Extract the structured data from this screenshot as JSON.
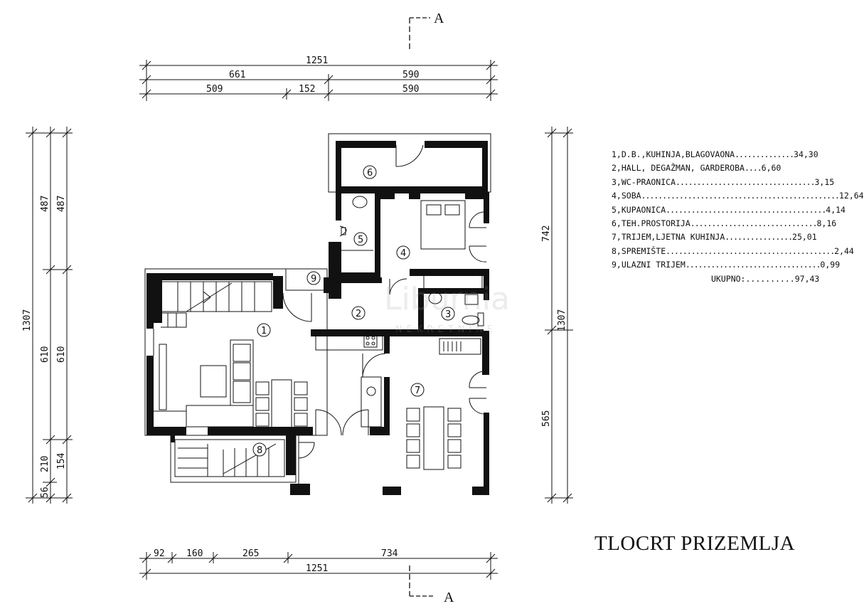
{
  "section_marker": "A",
  "dimensions": {
    "top": {
      "total": "1251",
      "row2": [
        "661",
        "590"
      ],
      "row3": [
        "509",
        "152",
        "590"
      ]
    },
    "bottom": {
      "row1": [
        "92",
        "160",
        "265",
        "734"
      ],
      "total": "1251"
    },
    "left": {
      "outer_total": "1307",
      "outer_parts": [
        "487",
        "610",
        "210",
        "56"
      ],
      "inner_parts": [
        "487",
        "610",
        "154"
      ]
    },
    "right": {
      "outer_total": "1307",
      "outer_parts": [
        "742",
        "565"
      ]
    }
  },
  "rooms": [
    "1",
    "2",
    "3",
    "4",
    "5",
    "6",
    "7",
    "8",
    "9"
  ],
  "legend": [
    {
      "name": "1,D.B.,KUHINJA,BLAGOVAONA",
      "dots": "..............",
      "area": "34,30"
    },
    {
      "name": "2,HALL, DEGAŽMAN, GARDEROBA",
      "dots": "....",
      "area": "6,60"
    },
    {
      "name": "3,WC-PRAONICA",
      "dots": ".................................",
      "area": "3,15"
    },
    {
      "name": "4,SOBA",
      "dots": "...............................................",
      "area": "12,64"
    },
    {
      "name": "5,KUPAONICA",
      "dots": "......................................",
      "area": "4,14"
    },
    {
      "name": "6,TEH.PROSTORIJA",
      "dots": "..............................",
      "area": "8,16"
    },
    {
      "name": "7,TRIJEM,LJETNA KUHINJA",
      "dots": "................",
      "area": "25,01"
    },
    {
      "name": "8,SPREMIŠTE",
      "dots": "........................................",
      "area": "2,44"
    },
    {
      "name": "9,ULAZNI TRIJEM",
      "dots": "................................",
      "area": "0,99"
    }
  ],
  "total": {
    "label": "UKUPNO:",
    "dots": "..........",
    "value": "97,43"
  },
  "title": "TLOCRT PRIZEMLJA",
  "watermark": {
    "main": "Liburnia",
    "sub": "NEKRETNINE"
  }
}
